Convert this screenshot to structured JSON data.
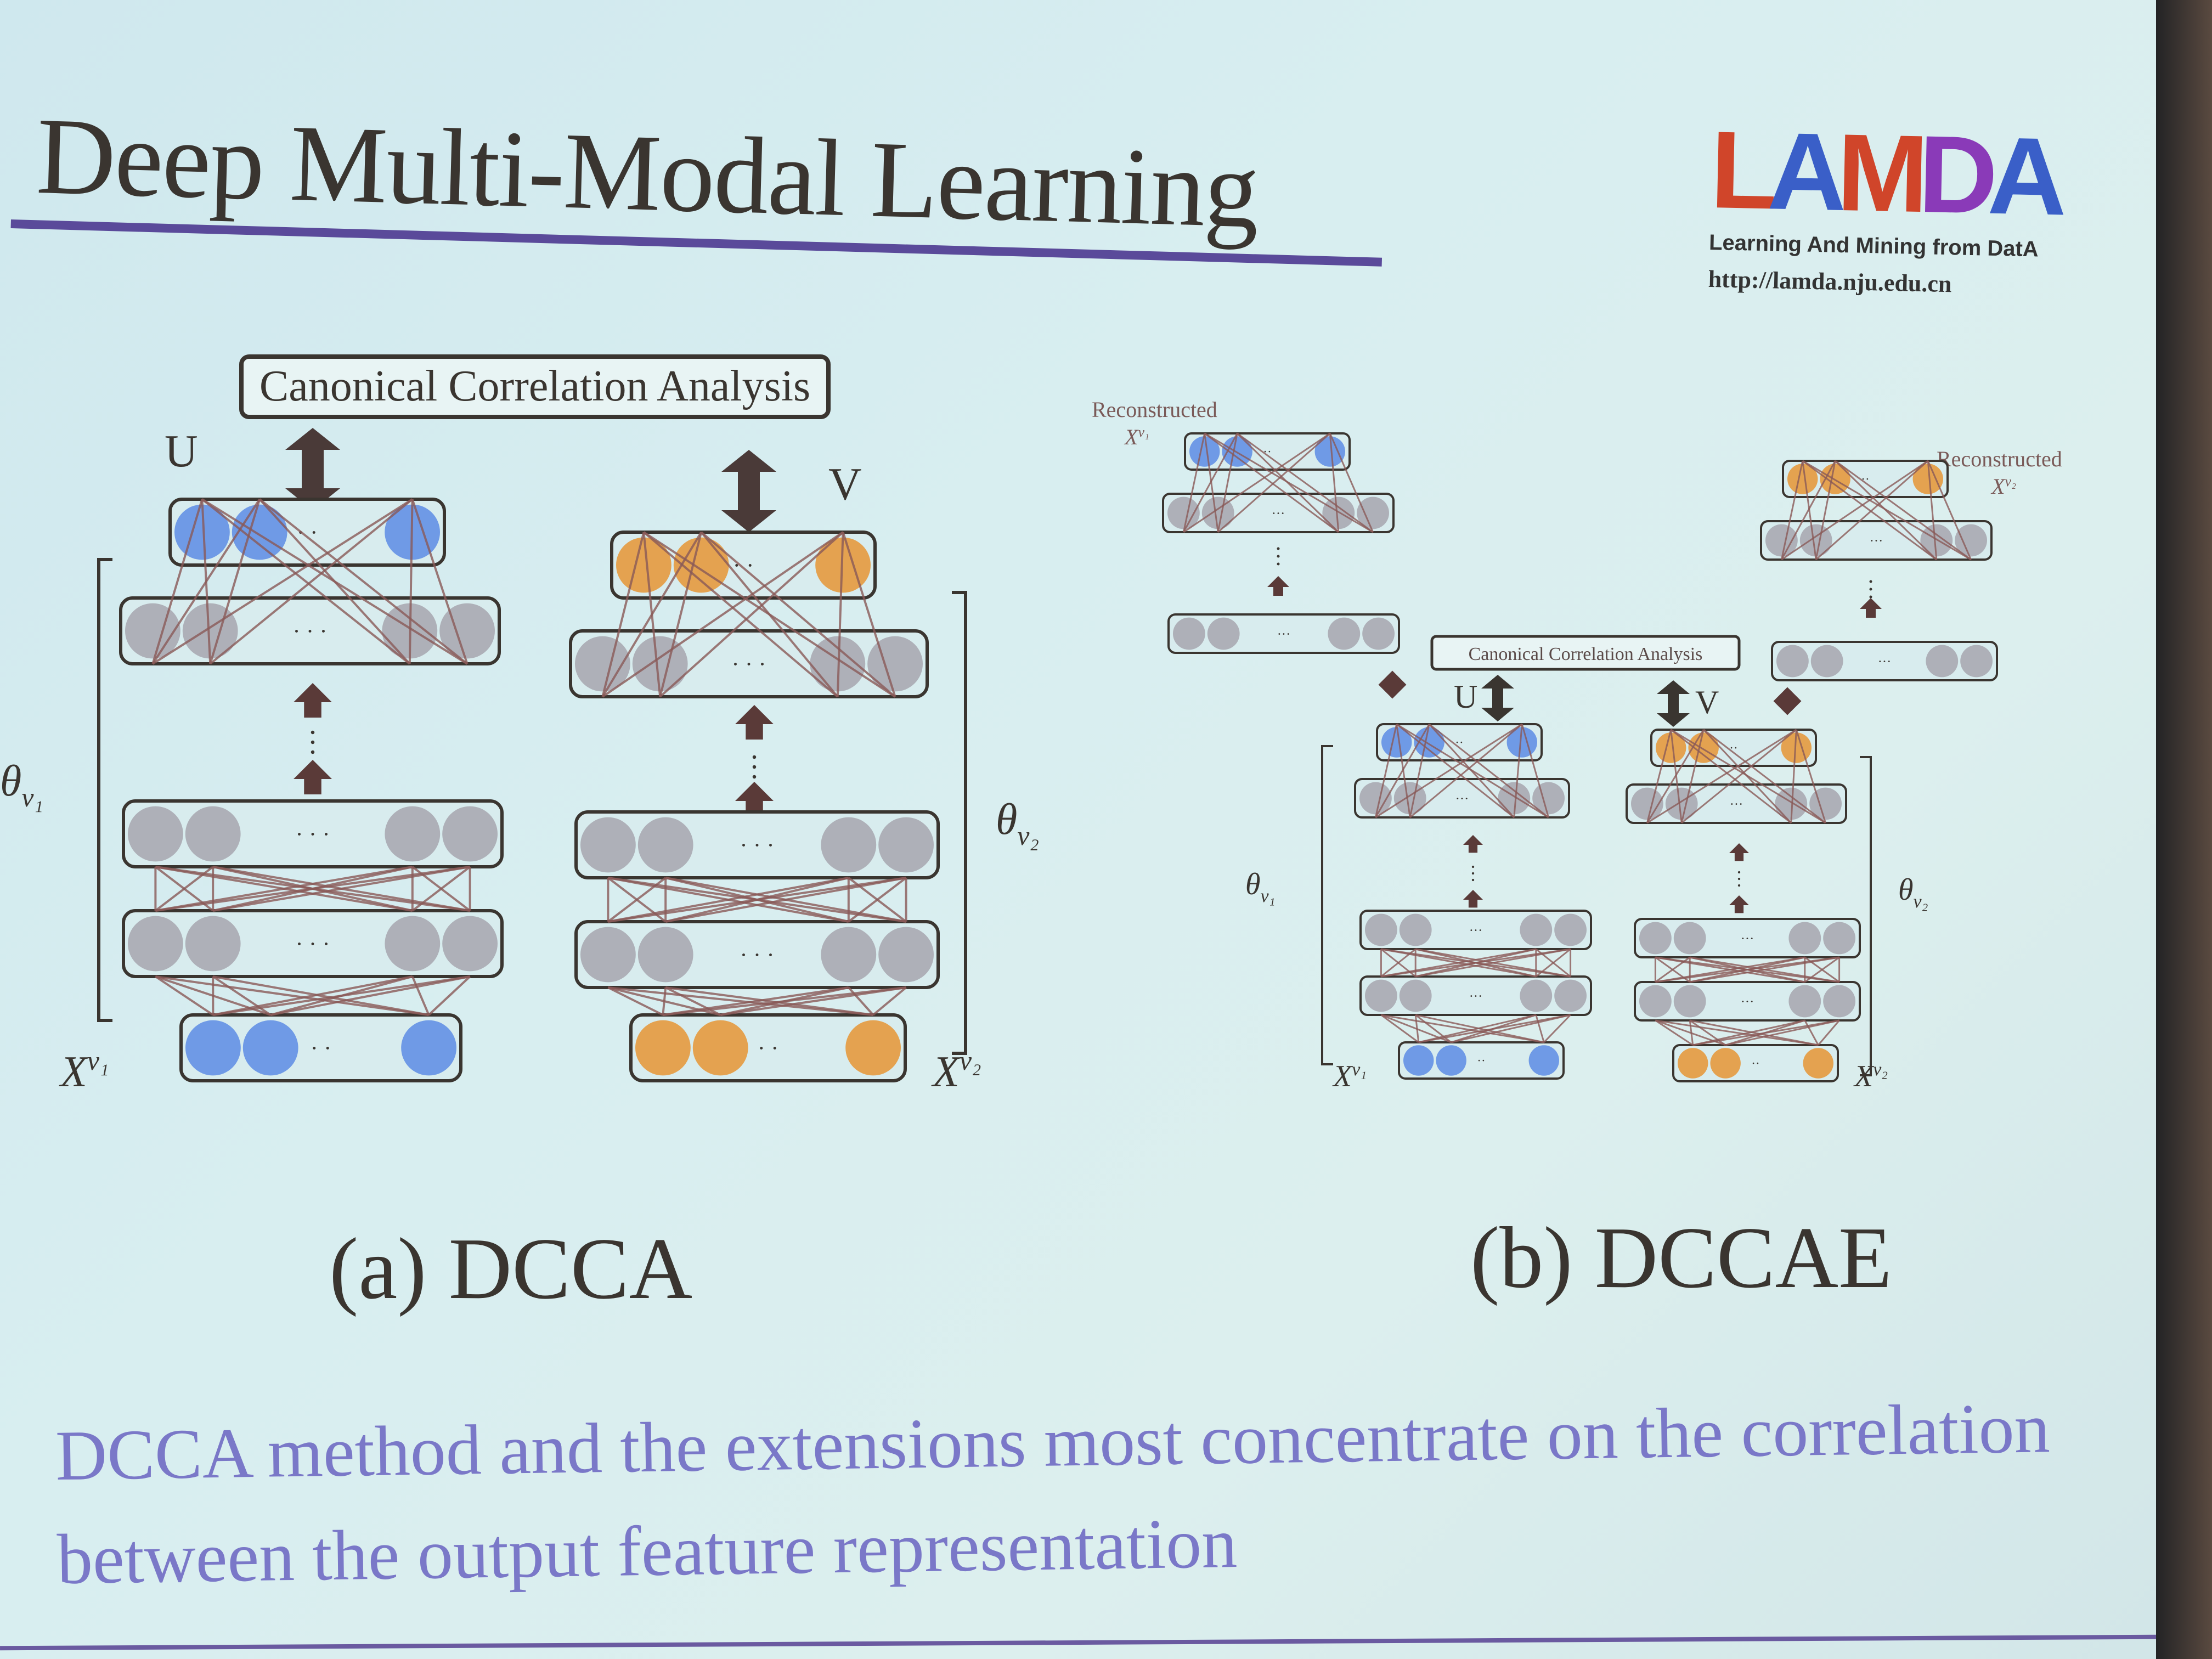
{
  "slide": {
    "title": "Deep Multi-Modal Learning",
    "caption_a": "(a) DCCA",
    "caption_b": "(b) DCCAE",
    "body_text": "DCCA method and the extensions most concentrate on the correlation between the output feature representation"
  },
  "logo": {
    "letters": [
      "L",
      "A",
      "M",
      "D",
      "A"
    ],
    "subtitle": "Learning And Mining from DatA",
    "url": "http://lamda.nju.edu.cn",
    "colors": {
      "red": "#d0452a",
      "blue": "#3a5fc8",
      "purple": "#8a3ab8"
    }
  },
  "diagram_a": {
    "cca_box": "Canonical Correlation Analysis",
    "label_u": "U",
    "label_v": "V",
    "theta_left": "θ",
    "theta_left_sub": "v₁",
    "theta_right": "θ",
    "theta_right_sub": "v₂",
    "input_left": "X",
    "input_left_sup": "v₁",
    "input_right": "X",
    "input_right_sup": "v₂",
    "ellipsis": "· · ·",
    "short_ellipsis": "· ·"
  },
  "diagram_b": {
    "cca_box": "Canonical Correlation Analysis",
    "reconstructed_left": "Reconstructed",
    "reconstructed_left_sym": "X",
    "reconstructed_left_sup": "v₁",
    "reconstructed_right": "Reconstructed",
    "reconstructed_right_sym": "X",
    "reconstructed_right_sup": "v₂",
    "label_u": "U",
    "label_v": "V",
    "theta_left": "θ",
    "theta_left_sub": "v₁",
    "theta_right": "θ",
    "theta_right_sub": "v₂",
    "input_left": "X",
    "input_left_sup": "v₁",
    "input_right": "X",
    "input_right_sup": "v₂"
  },
  "colors": {
    "blue_node": "#6f9ae6",
    "orange_node": "#e4a250",
    "grey_node": "#aeb0b8",
    "edge": "#8a5a58",
    "arrow": "#5a3a38",
    "title": "#3a3530",
    "body_text": "#7a78c8",
    "rule": "#5a4a9a"
  }
}
